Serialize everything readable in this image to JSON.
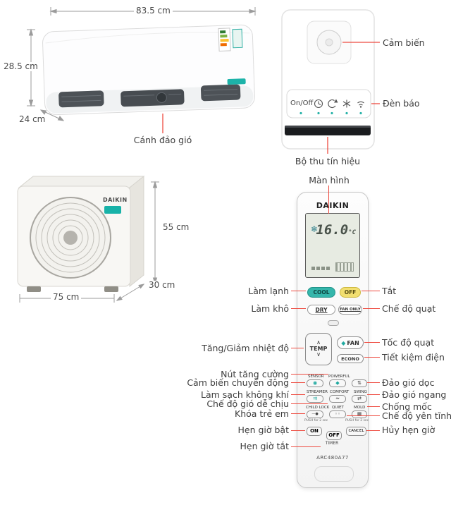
{
  "dimensions": {
    "indoor_width": "83.5 cm",
    "indoor_height": "28.5 cm",
    "indoor_depth": "24 cm",
    "outdoor_height": "55 cm",
    "outdoor_width": "75 cm",
    "outdoor_depth": "30 cm"
  },
  "panel": {
    "onoff": "On/Off"
  },
  "outdoor": {
    "brand": "DAIKIN"
  },
  "remote": {
    "brand": "DAIKIN",
    "model": "ARC480A77",
    "display": {
      "temp": "16.0",
      "unit": "°C"
    },
    "buttons": {
      "cool": "COOL",
      "off": "OFF",
      "dry": "DRY",
      "fan_only": "FAN ONLY",
      "temp": "TEMP",
      "fan": "FAN",
      "econo": "ECONO",
      "sensor": "SENSOR",
      "powerful": "POWERFUL",
      "streamer": "STREAMER",
      "comfort": "COMFORT",
      "swing": "SWING",
      "child_lock": "CHILD LOCK",
      "quiet": "QUIET",
      "mold": "MOLD",
      "push_2sec": "PUSH for 2 sec",
      "on": "ON",
      "off_timer": "OFF",
      "cancel": "CANCEL",
      "timer": "TIMER"
    }
  },
  "callouts": {
    "man_hinh": "Màn hình",
    "cam_bien": "Cảm biến",
    "den_bao": "Đèn báo",
    "bo_thu": "Bộ thu tín hiệu",
    "canh_dao_gio": "Cánh đảo gió",
    "lam_lanh": "Làm lạnh",
    "tat": "Tắt",
    "lam_kho": "Làm khô",
    "che_do_quat": "Chế độ quạt",
    "tang_giam_nhiet_do": "Tăng/Giảm nhiệt độ",
    "toc_do_quat": "Tốc độ quạt",
    "tiet_kiem_dien": "Tiết kiệm điện",
    "nut_tang_cuong": "Nút tăng cường",
    "cam_bien_chuyen_dong": "Cảm biến chuyển động",
    "dao_gio_doc": "Đảo gió dọc",
    "lam_sach_khong_khi": "Làm sạch không khí",
    "dao_gio_ngang": "Đảo gió ngang",
    "che_do_gio_de_chiu": "Chế độ gió dễ chịu",
    "chong_moc": "Chống mốc",
    "khoa_tre_em": "Khóa trẻ em",
    "che_do_yen_tinh": "Chế độ yên tĩnh",
    "hen_gio_bat": "Hẹn giờ bật",
    "huy_hen_gio": "Hủy hẹn giờ",
    "hen_gio_tat": "Hẹn giờ tắt"
  },
  "icons": {
    "snowflake": "❄",
    "temp_up": "∧",
    "temp_down": "∨",
    "fan": "◆",
    "powerful": "◆",
    "sensor": "◉",
    "swing_v": "⇅",
    "swing_h": "⇄",
    "streamer": "⇉",
    "comfort": "≈",
    "child_lock": "—●",
    "quiet": "◦◦",
    "mold": "▦"
  },
  "colors": {
    "leader": "#ee4b40",
    "teal": "#1fa9a0",
    "cool_button": "#35b6ab",
    "off_button": "#f2df70"
  }
}
